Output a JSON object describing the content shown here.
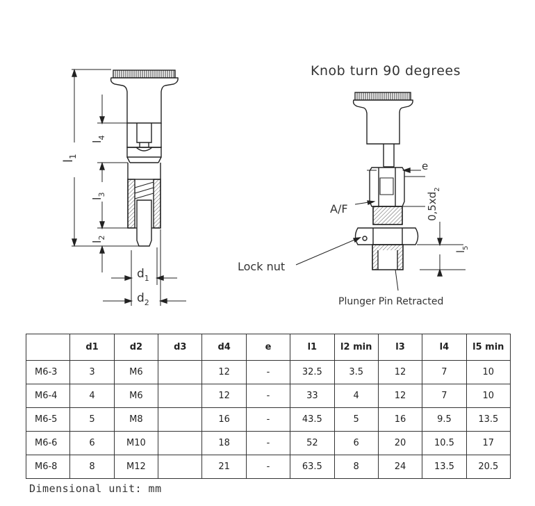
{
  "drawing": {
    "title": "Knob turn 90 degrees",
    "dim_labels": {
      "l1": "l",
      "l1_sub": "1",
      "l2": "l",
      "l2_sub": "2",
      "l3": "l",
      "l3_sub": "3",
      "l4": "l",
      "l4_sub": "4",
      "l5": "l",
      "l5_sub": "5",
      "d1": "d",
      "d1_sub": "1",
      "d2": "d",
      "d2_sub": "2",
      "e": "e",
      "thread": "0,5xd",
      "thread_sub": "2"
    },
    "callouts": {
      "af": "A/F",
      "lock_nut": "Lock nut",
      "plunger": "Plunger Pin Retracted"
    }
  },
  "table": {
    "headers": [
      "",
      "d1",
      "d2",
      "d3",
      "d4",
      "e",
      "l1",
      "l2 min",
      "l3",
      "l4",
      "l5 min"
    ],
    "rows": [
      [
        "M6-3",
        "3",
        "M6",
        "",
        "12",
        "-",
        "32.5",
        "3.5",
        "12",
        "7",
        "10"
      ],
      [
        "M6-4",
        "4",
        "M6",
        "",
        "12",
        "-",
        "33",
        "4",
        "12",
        "7",
        "10"
      ],
      [
        "M6-5",
        "5",
        "M8",
        "",
        "16",
        "-",
        "43.5",
        "5",
        "16",
        "9.5",
        "13.5"
      ],
      [
        "M6-6",
        "6",
        "M10",
        "",
        "18",
        "-",
        "52",
        "6",
        "20",
        "10.5",
        "17"
      ],
      [
        "M6-8",
        "8",
        "M12",
        "",
        "21",
        "-",
        "63.5",
        "8",
        "24",
        "13.5",
        "20.5"
      ]
    ]
  },
  "footer": {
    "unit_note": "Dimensional unit: mm"
  }
}
